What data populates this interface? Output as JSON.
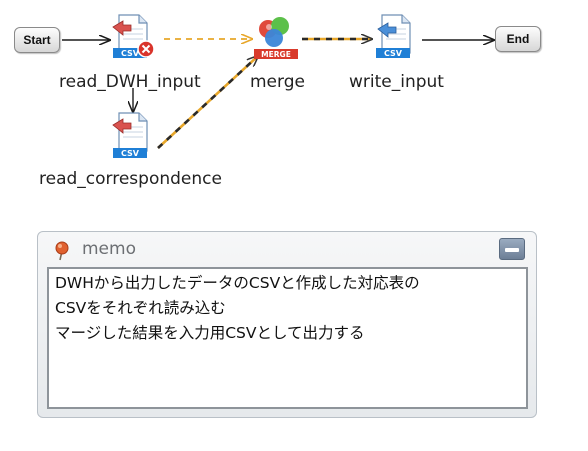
{
  "flow": {
    "start_label": "Start",
    "end_label": "End",
    "nodes": [
      {
        "id": "read_DWH_input",
        "label": "read_DWH_input",
        "badge": "CSV",
        "kind": "csv-reader",
        "error": true
      },
      {
        "id": "read_correspondence",
        "label": "read_correspondence",
        "badge": "CSV",
        "kind": "csv-reader",
        "error": false
      },
      {
        "id": "merge",
        "label": "merge",
        "badge": "MERGE",
        "kind": "merge",
        "error": false
      },
      {
        "id": "write_input",
        "label": "write_input",
        "badge": "CSV",
        "kind": "csv-writer",
        "error": false
      }
    ]
  },
  "memo": {
    "title": "memo",
    "lines": [
      "DWHから出力したデータのCSVと作成した対応表の",
      "CSVをそれぞれ読み込む",
      "マージした結果を入力用CSVとして出力する"
    ]
  },
  "colors": {
    "control_flow": "#1a1a1a",
    "data_flow": "#e8a72a",
    "csv_badge": "#1f7fd6",
    "merge_badge": "#d93a2b",
    "error": "#d9342b"
  }
}
